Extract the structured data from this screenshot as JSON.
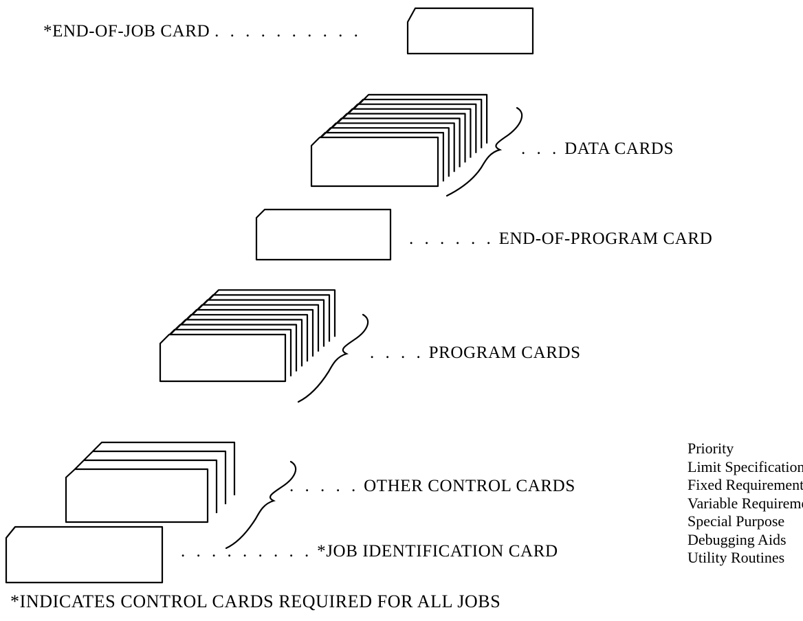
{
  "labels": {
    "end_of_job": "*END-OF-JOB CARD",
    "data_cards": "DATA CARDS",
    "end_of_program": "END-OF-PROGRAM CARD",
    "program_cards": "PROGRAM CARDS",
    "other_control": "OTHER CONTROL CARDS",
    "job_identification": "*JOB IDENTIFICATION CARD"
  },
  "leaders": {
    "end_of_job": ". . . . . . . . . .",
    "data_cards": ". . .",
    "end_of_program": ". . . . . .",
    "program_cards": ". . . .",
    "other_control": ". . . . .",
    "job_identification": ". . . . . . . . ."
  },
  "control_card_types": [
    "Priority",
    "Limit Specifications",
    "Fixed Requirements",
    "Variable Requirements",
    "Special Purpose",
    "Debugging Aids",
    "Utility Routines"
  ],
  "footnote": "*INDICATES CONTROL CARDS REQUIRED FOR ALL JOBS"
}
